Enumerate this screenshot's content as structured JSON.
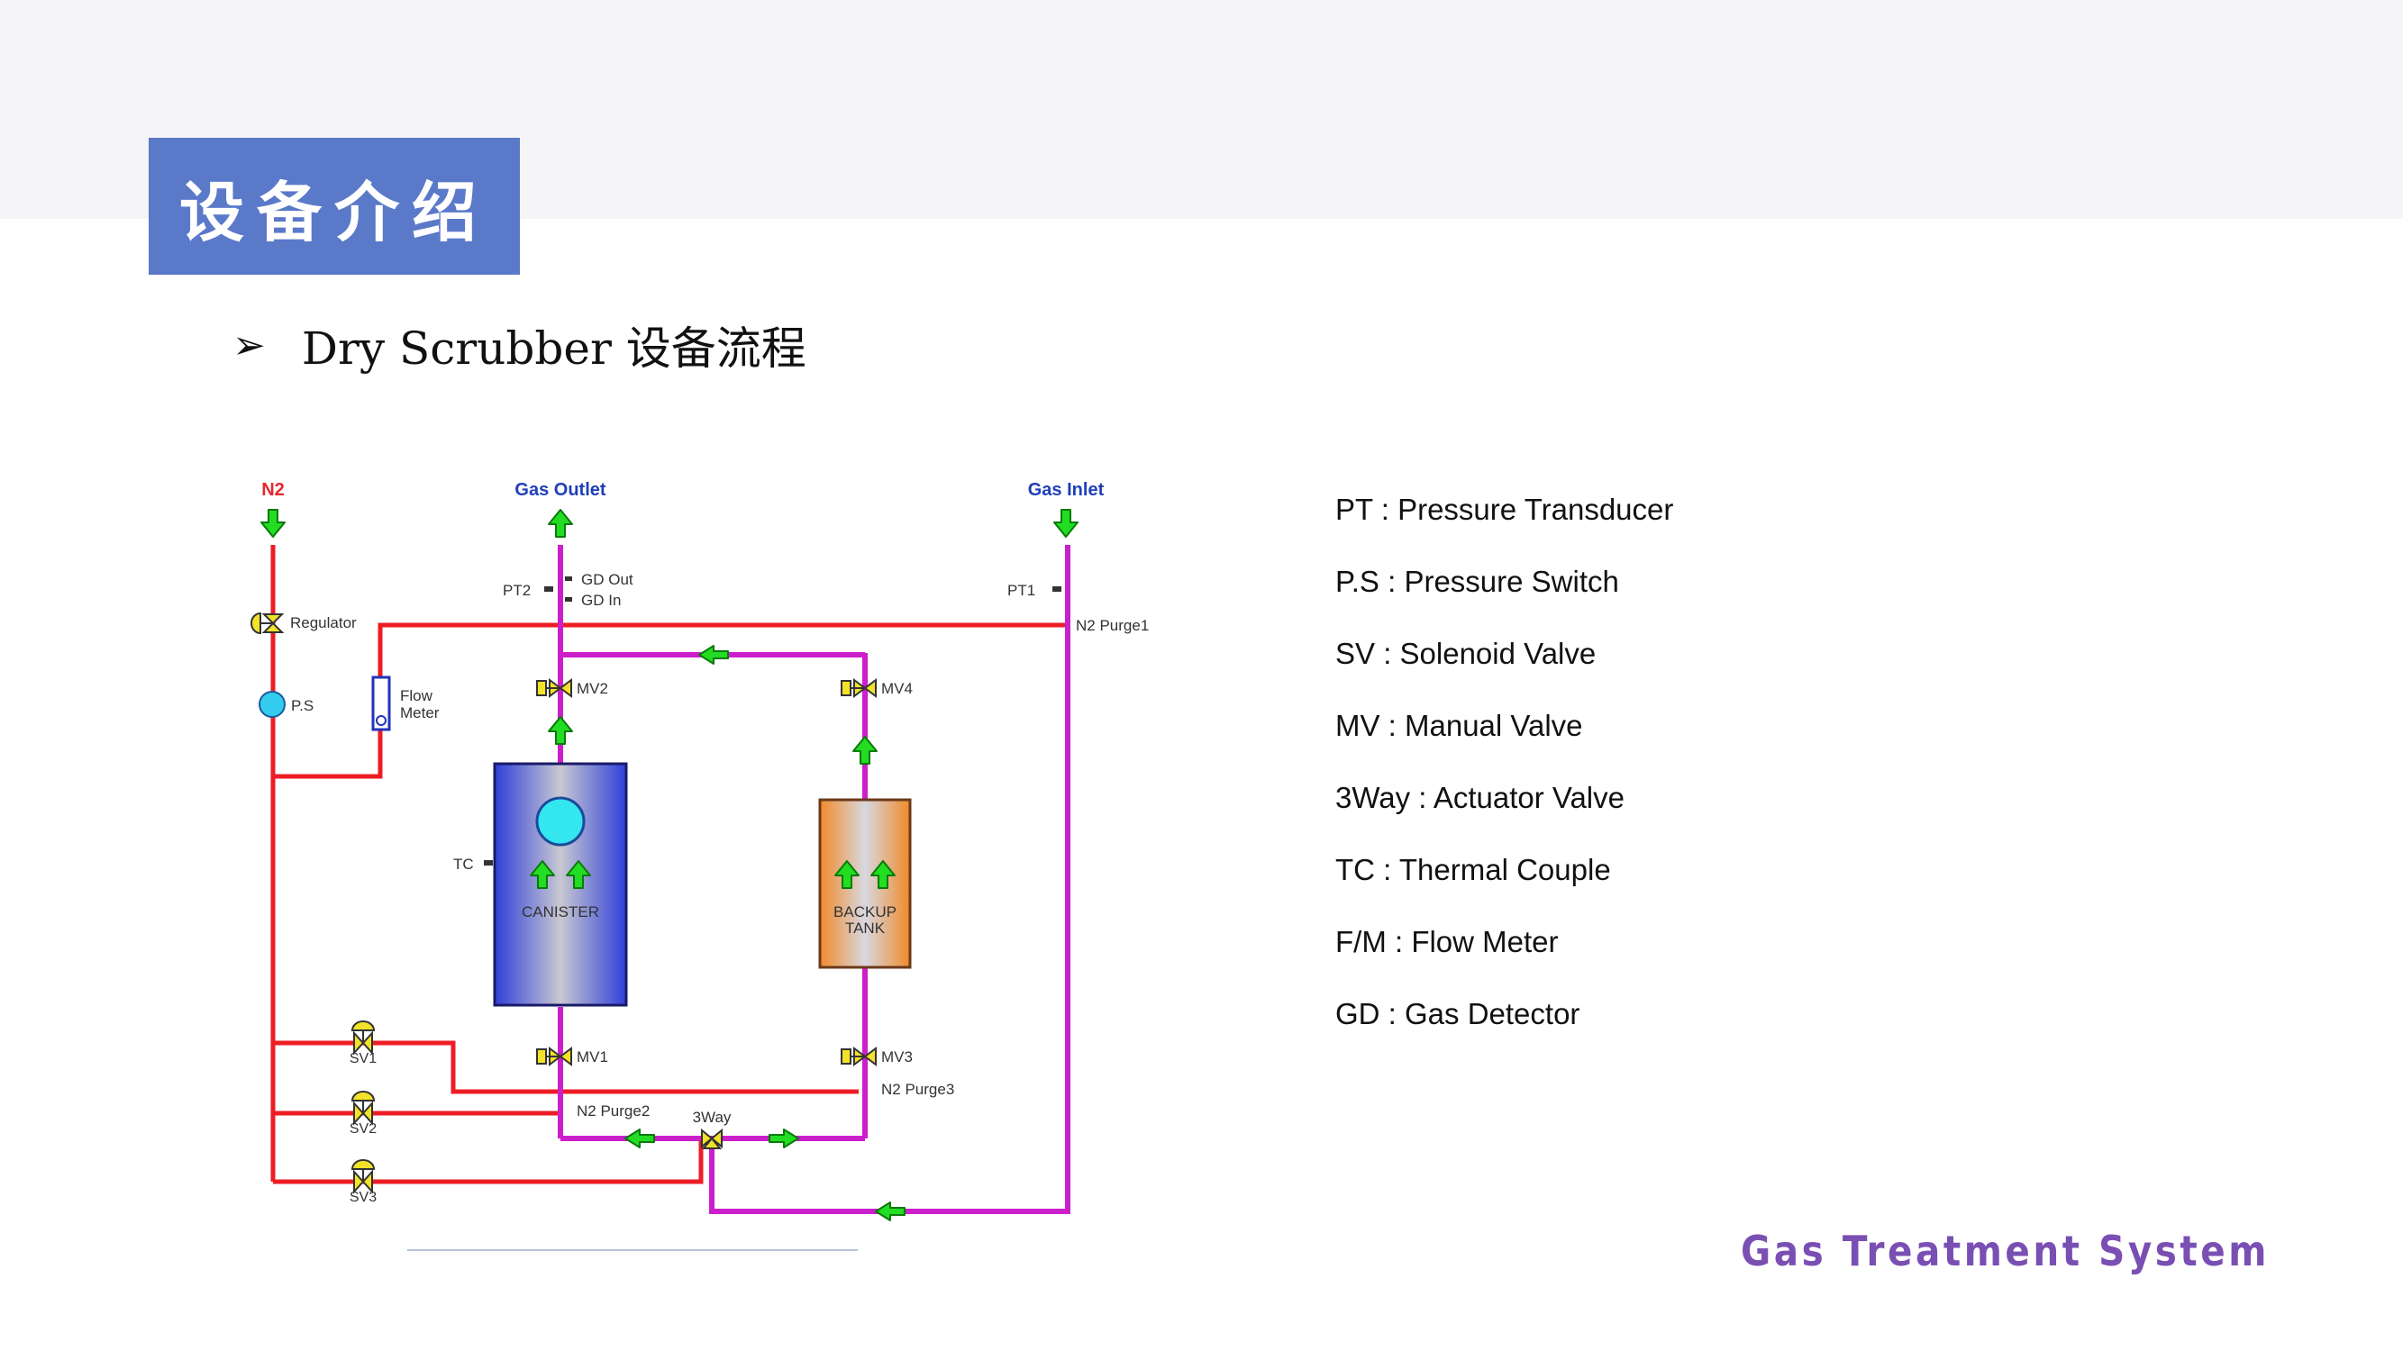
{
  "header": {
    "title": "设备介绍"
  },
  "subtitle": {
    "bullet": "➢",
    "text": "Dry Scrubber 设备流程"
  },
  "diagram": {
    "labels": {
      "n2": "N2",
      "gas_outlet": "Gas Outlet",
      "gas_inlet": "Gas Inlet",
      "regulator": "Regulator",
      "ps": "P.S",
      "flow_meter_1": "Flow",
      "flow_meter_2": "Meter",
      "pt2": "PT2",
      "gd_out": "GD Out",
      "gd_in": "GD In",
      "pt1": "PT1",
      "n2_purge1": "N2 Purge1",
      "mv2": "MV2",
      "mv4": "MV4",
      "tc": "TC",
      "canister": "CANISTER",
      "backup_1": "BACKUP",
      "backup_2": "TANK",
      "sv1": "SV1",
      "sv2": "SV2",
      "sv3": "SV3",
      "mv1": "MV1",
      "mv3": "MV3",
      "n2_purge2": "N2 Purge2",
      "n2_purge3": "N2 Purge3",
      "three_way": "3Way"
    },
    "colors": {
      "n2_line": "#ee1c24",
      "gas_line": "#cc1fcc",
      "arrow": "#22dd22",
      "label_red": "#e8262b",
      "label_blue": "#1f3fb8",
      "valve": "#f2e22a"
    }
  },
  "legend": [
    "PT : Pressure Transducer",
    "P.S : Pressure Switch",
    "SV : Solenoid Valve",
    "MV : Manual Valve",
    "3Way : Actuator Valve",
    "TC : Thermal Couple",
    "F/M : Flow Meter",
    "GD : Gas Detector"
  ],
  "footer": {
    "text": "Gas Treatment System"
  }
}
